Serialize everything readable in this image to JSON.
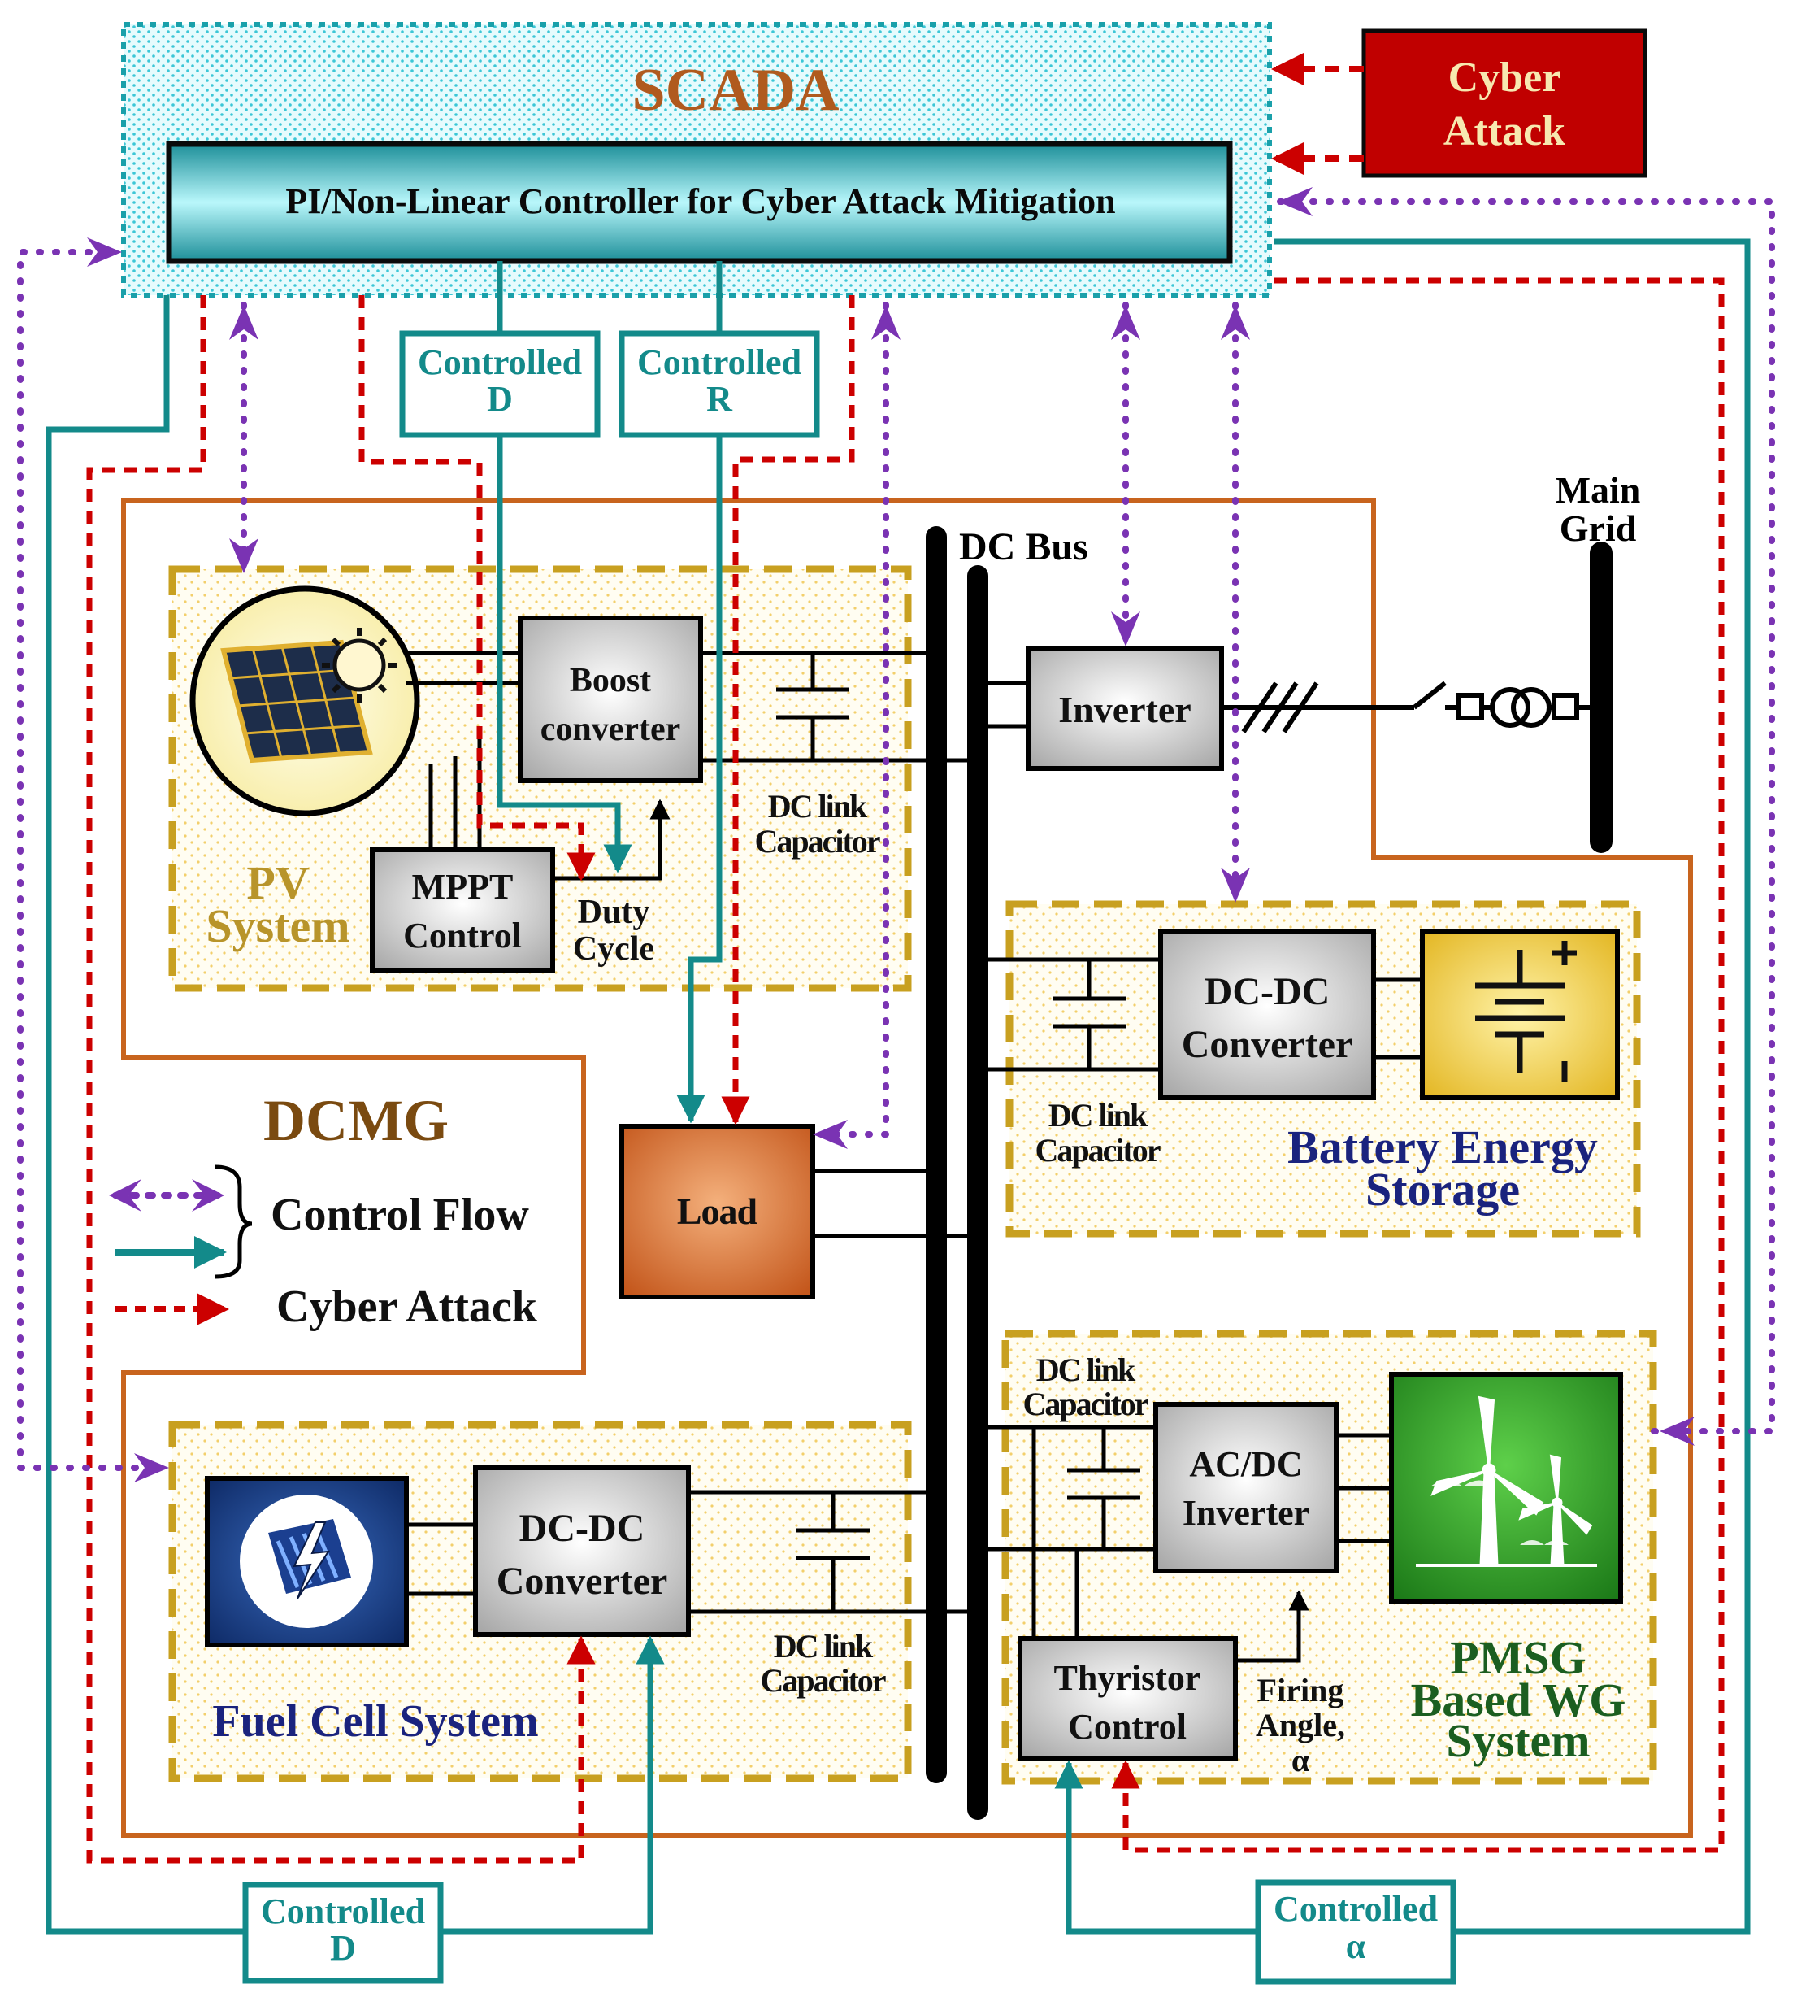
{
  "scada": {
    "title": "SCADA",
    "controller_label": "PI/Non-Linear Controller for Cyber Attack Mitigation"
  },
  "cyber_attack_box": {
    "line1": "Cyber",
    "line2": "Attack"
  },
  "controlled_d_top": {
    "line1": "Controlled",
    "line2": "D"
  },
  "controlled_r": {
    "line1": "Controlled",
    "line2": "R"
  },
  "controlled_d_bottom": {
    "line1": "Controlled",
    "line2": "D"
  },
  "controlled_alpha": {
    "line1": "Controlled",
    "line2": "α"
  },
  "dc_bus": "DC Bus",
  "main_grid": {
    "line1": "Main",
    "line2": "Grid"
  },
  "pv": {
    "boost_line1": "Boost",
    "boost_line2": "converter",
    "cap_line1": "DC link",
    "cap_line2": "Capacitor",
    "mppt_line1": "MPPT",
    "mppt_line2": "Control",
    "duty_line1": "Duty",
    "duty_line2": "Cycle",
    "label_line1": "PV",
    "label_line2": "System"
  },
  "inverter": "Inverter",
  "battery": {
    "conv_line1": "DC-DC",
    "conv_line2": "Converter",
    "cap_line1": "DC link",
    "cap_line2": "Capacitor",
    "label_line1": "Battery Energy",
    "label_line2": "Storage"
  },
  "load": "Load",
  "dcmg": "DCMG",
  "legend": {
    "control_flow": "Control Flow",
    "cyber_attack": "Cyber Attack"
  },
  "fuel_cell": {
    "conv_line1": "DC-DC",
    "conv_line2": "Converter",
    "cap_line1": "DC link",
    "cap_line2": "Capacitor",
    "label": "Fuel Cell System"
  },
  "wind": {
    "cap_line1": "DC link",
    "cap_line2": "Capacitor",
    "acdc_line1": "AC/DC",
    "acdc_line2": "Inverter",
    "thy_line1": "Thyristor",
    "thy_line2": "Control",
    "firing_line1": "Firing",
    "firing_line2": "Angle,",
    "firing_line3": "α",
    "label_line1": "PMSG",
    "label_line2": "Based WG",
    "label_line3": "System"
  },
  "colors": {
    "teal": "#138a8a",
    "red_dash": "#cc0000",
    "purple": "#7a33b3",
    "orange_border": "#c8641e",
    "gold_dash": "#c8a020",
    "scada_text": "#b05a1e",
    "dcmg_text": "#7a4a10",
    "blue_text": "#1a237e",
    "green_text": "#1b5e20"
  }
}
